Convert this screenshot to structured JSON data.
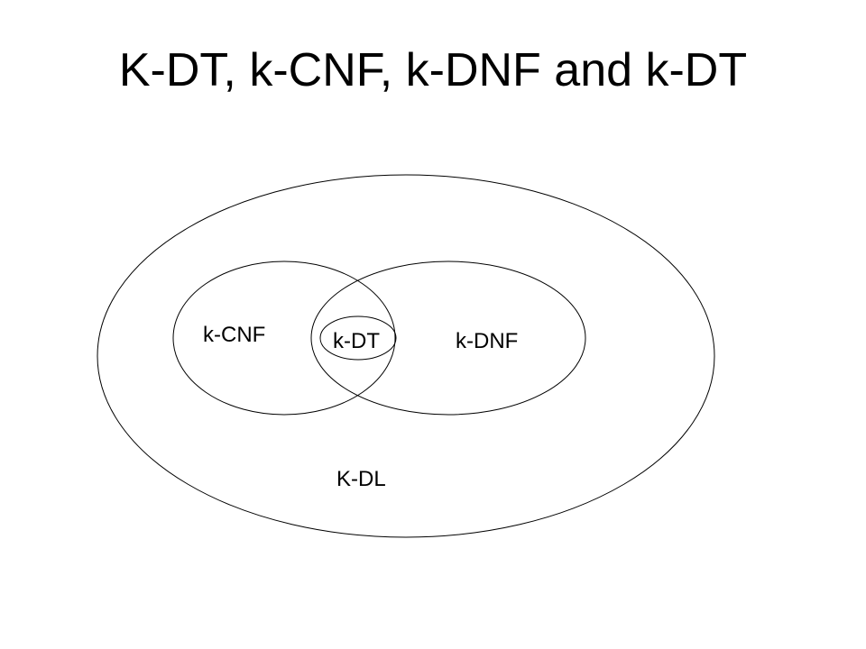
{
  "slide": {
    "title": "K-DT, k-CNF, k-DNF and k-DT"
  },
  "diagram": {
    "line_color": "#000000",
    "background_color": "#ffffff",
    "sets": {
      "outer": {
        "label": "K-DL"
      },
      "cnf": {
        "label": "k-CNF"
      },
      "dnf": {
        "label": "k-DNF"
      },
      "dt": {
        "label": "k-DT"
      }
    }
  }
}
